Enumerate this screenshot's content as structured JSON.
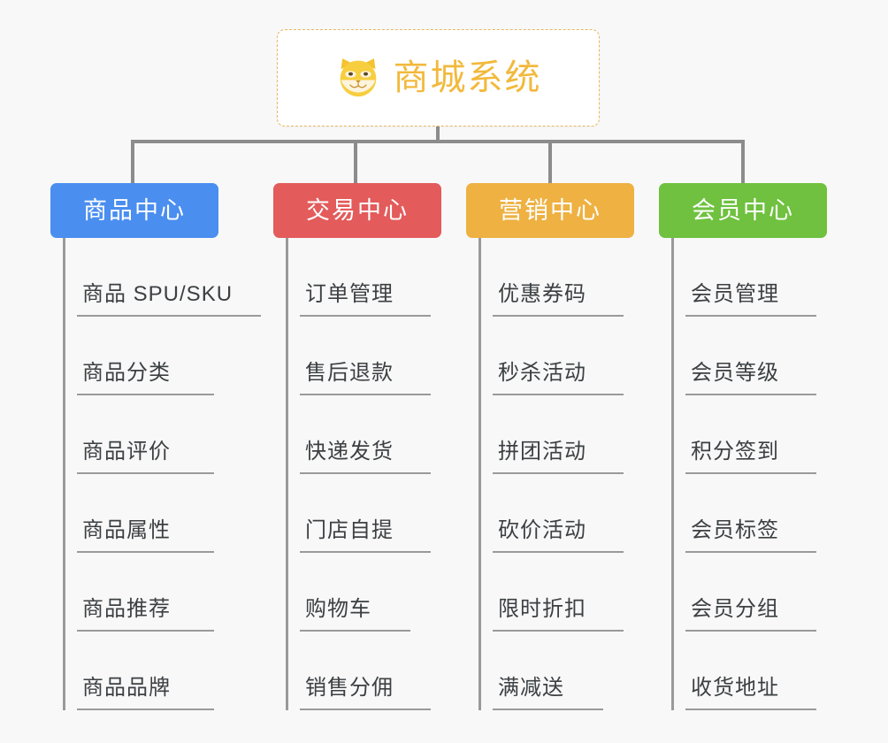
{
  "root": {
    "title": "商城系统",
    "icon": "shiba-dog-face-icon",
    "border_color": "#e8b860",
    "text_color": "#f2b93c",
    "background": "#ffffff"
  },
  "canvas": {
    "background": "#f8f8f8",
    "connector_color": "#8c8c8c"
  },
  "columns": [
    {
      "header": "商品中心",
      "color": "#4a8ef0",
      "items": [
        "商品 SPU/SKU",
        "商品分类",
        "商品评价",
        "商品属性",
        "商品推荐",
        "商品品牌"
      ]
    },
    {
      "header": "交易中心",
      "color": "#e35b5b",
      "items": [
        "订单管理",
        "售后退款",
        "快递发货",
        "门店自提",
        "购物车",
        "销售分佣"
      ]
    },
    {
      "header": "营销中心",
      "color": "#eeb142",
      "items": [
        "优惠券码",
        "秒杀活动",
        "拼团活动",
        "砍价活动",
        "限时折扣",
        "满减送"
      ]
    },
    {
      "header": "会员中心",
      "color": "#6fc13f",
      "items": [
        "会员管理",
        "会员等级",
        "积分签到",
        "会员标签",
        "会员分组",
        "收货地址"
      ]
    }
  ]
}
